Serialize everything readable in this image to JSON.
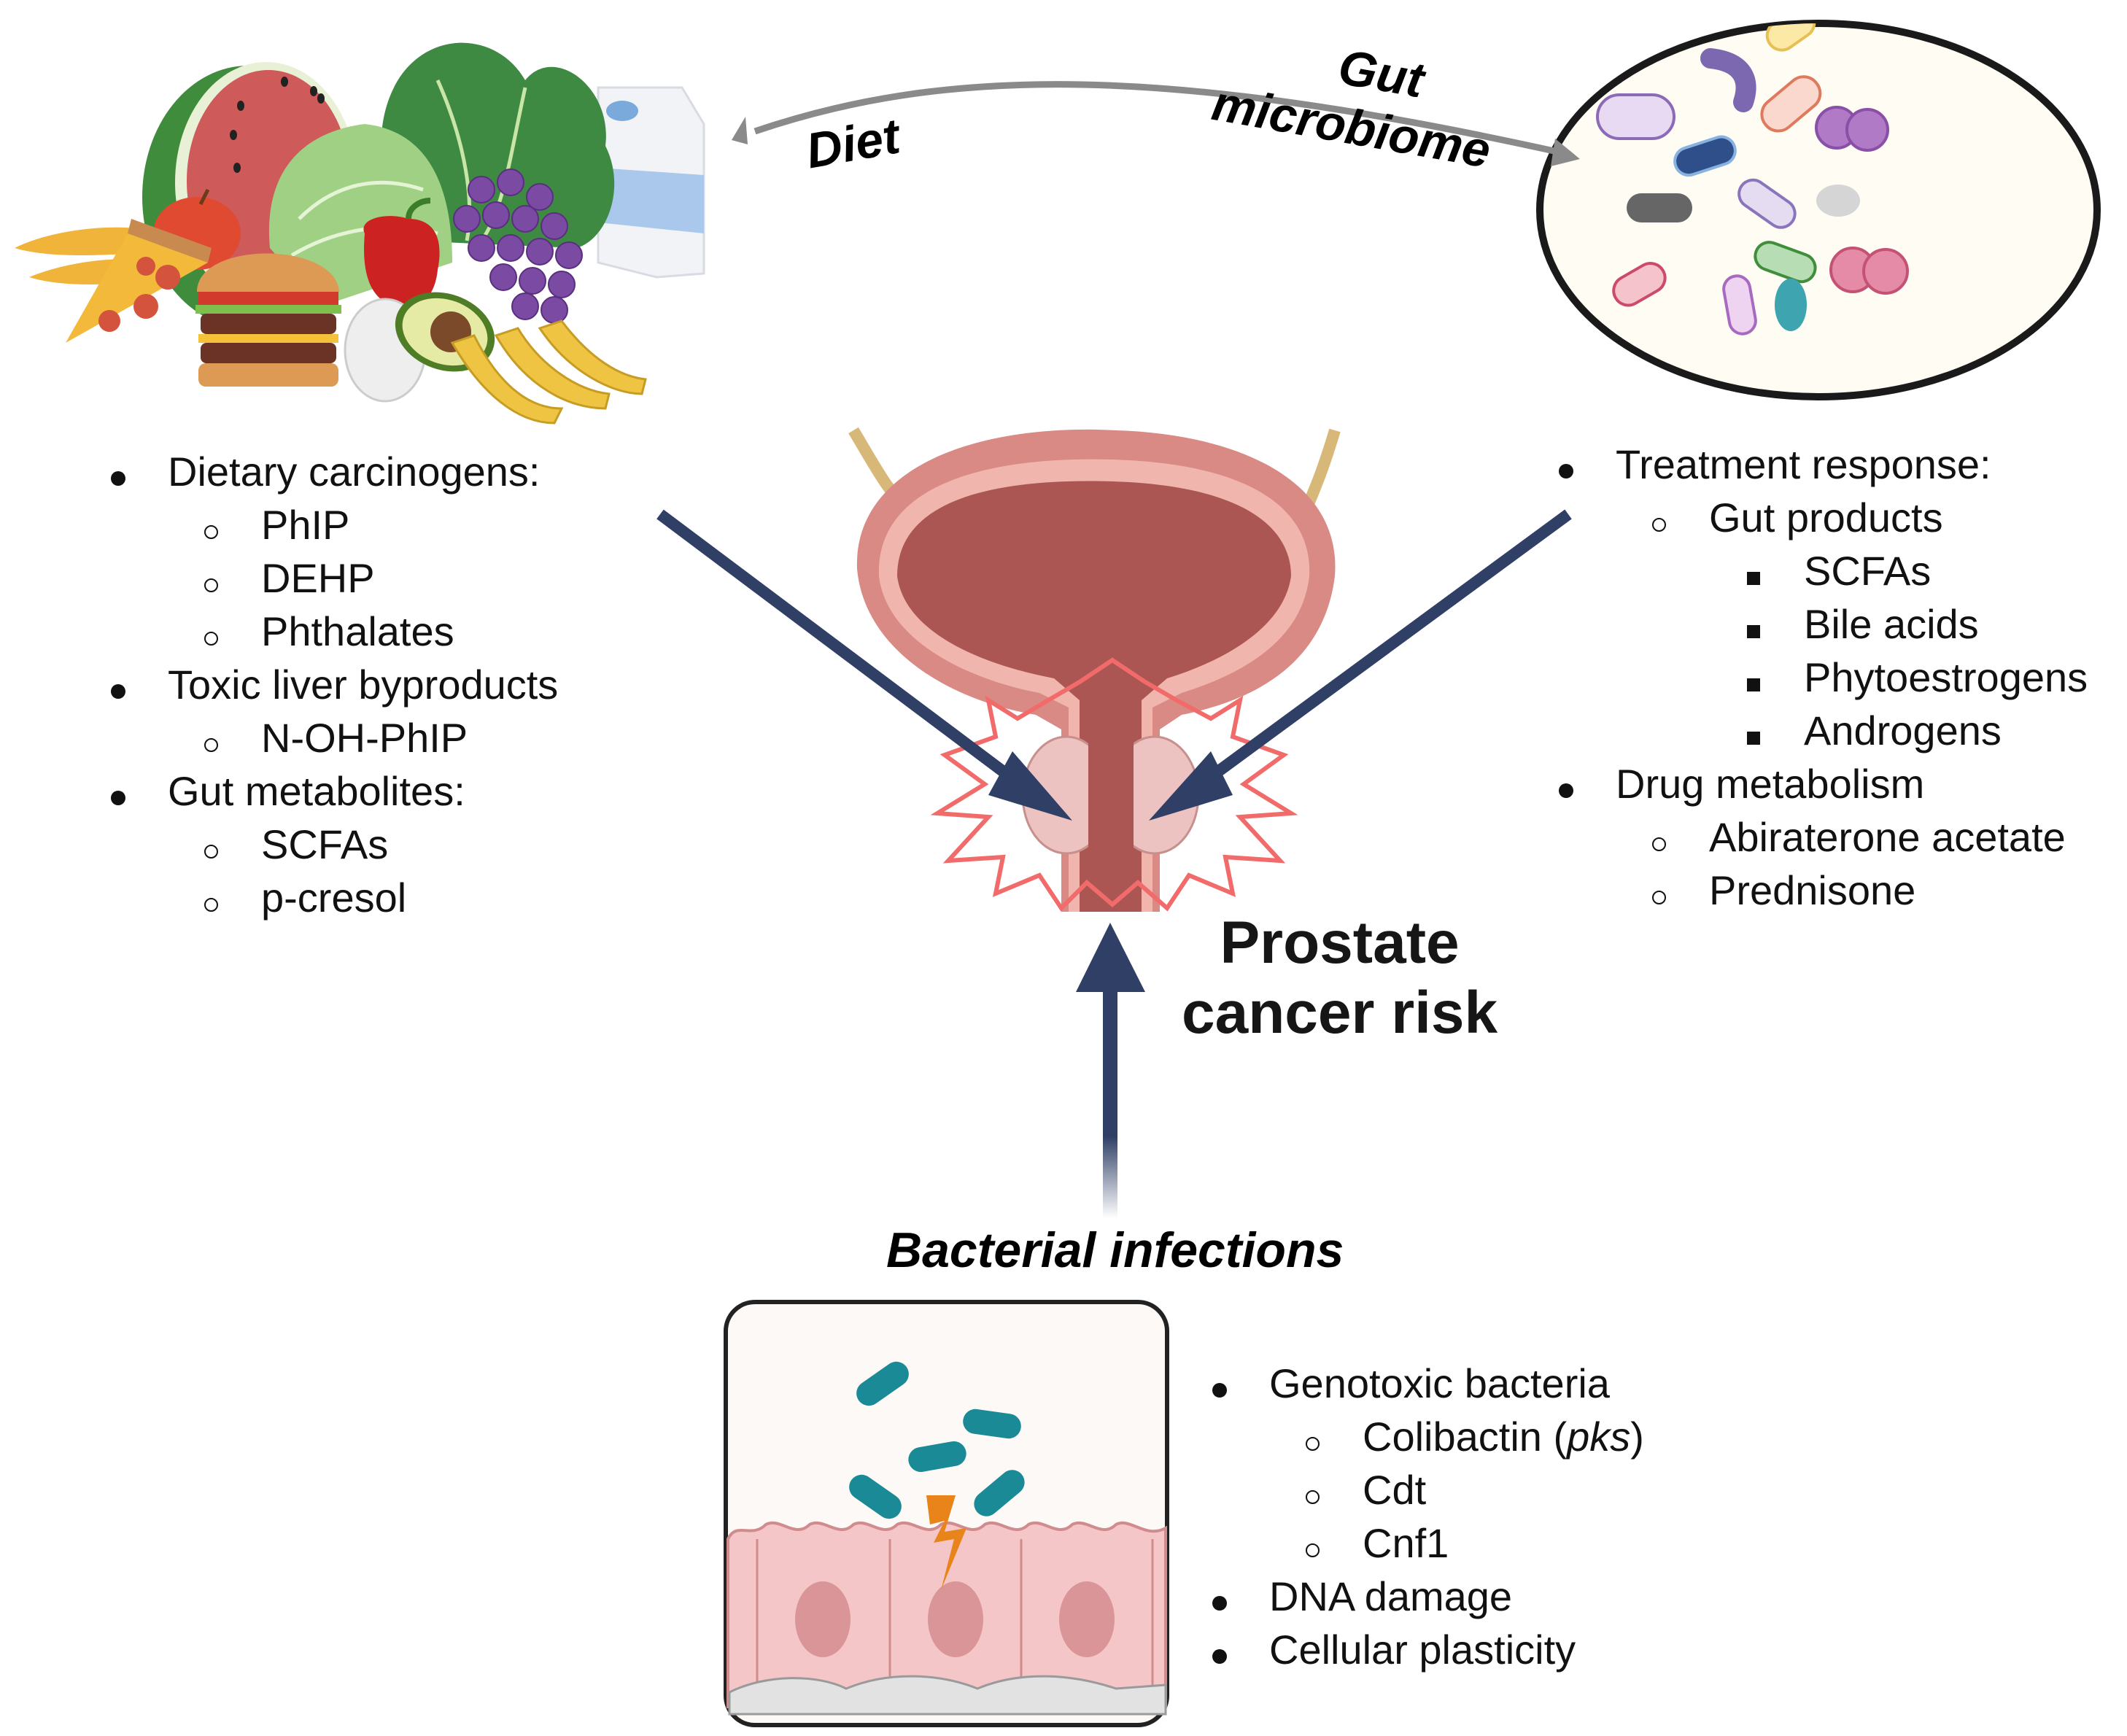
{
  "figure": {
    "center_label_line1": "Prostate",
    "center_label_line2": "cancer risk",
    "arrow_labels": {
      "diet": "Diet",
      "gut_line1": "Gut",
      "gut_line2": "microbiome"
    },
    "bacterial_title": "Bacterial infections"
  },
  "colors": {
    "arrow_navy": "#2f3f66",
    "link_arrow_gray": "#8a8a8a",
    "burst_red": "#f26b6b",
    "bladder": "#b05a56",
    "epithelium": "#f5c6c8",
    "bolt_orange": "#e8841a",
    "bacteria_teal": "#1a8a96"
  },
  "diet_list": [
    {
      "level": 1,
      "text": "Dietary carcinogens:"
    },
    {
      "level": 2,
      "text": "PhIP"
    },
    {
      "level": 2,
      "text": "DEHP"
    },
    {
      "level": 2,
      "text": "Phthalates"
    },
    {
      "level": 1,
      "text": "Toxic liver byproducts"
    },
    {
      "level": 2,
      "text": "N-OH-PhIP"
    },
    {
      "level": 1,
      "text": "Gut metabolites:"
    },
    {
      "level": 2,
      "text": "SCFAs"
    },
    {
      "level": 2,
      "text": "p-cresol"
    }
  ],
  "microbiome_list": [
    {
      "level": 1,
      "text": "Treatment response:"
    },
    {
      "level": 2,
      "text": "Gut products"
    },
    {
      "level": 3,
      "text": "SCFAs"
    },
    {
      "level": 3,
      "text": "Bile acids"
    },
    {
      "level": 3,
      "text": "Phytoestrogens"
    },
    {
      "level": 3,
      "text": "Androgens"
    },
    {
      "level": 1,
      "text": "Drug metabolism"
    },
    {
      "level": 2,
      "text": "Abiraterone acetate"
    },
    {
      "level": 2,
      "text": "Prednisone"
    }
  ],
  "bacteria_list": [
    {
      "level": 1,
      "text": "Genotoxic bacteria"
    },
    {
      "level": 2,
      "text": "Colibactin (",
      "italic": "pks",
      "suffix": ")"
    },
    {
      "level": 2,
      "text": "Cdt"
    },
    {
      "level": 2,
      "text": "Cnf1"
    },
    {
      "level": 1,
      "text": "DNA damage"
    },
    {
      "level": 1,
      "text": "Cellular plasticity"
    }
  ]
}
